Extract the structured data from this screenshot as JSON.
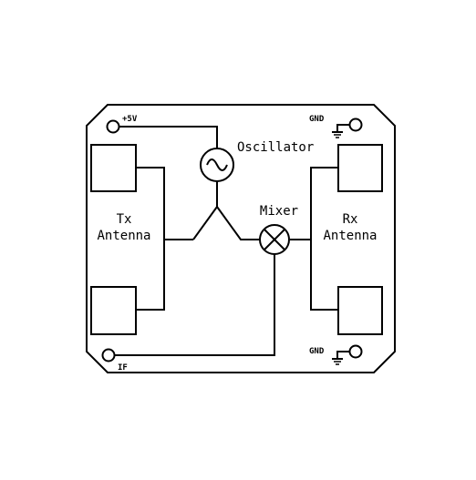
{
  "labels": {
    "vcc": "+5V",
    "oscillator": "Oscillator",
    "mixer": "Mixer",
    "tx_line1": "Tx",
    "tx_line2": "Antenna",
    "rx_line1": "Rx",
    "rx_line2": "Antenna",
    "gnd_top": "GND",
    "gnd_bottom": "GND",
    "if": "IF"
  },
  "colors": {
    "stroke": "#000000",
    "background": "#ffffff"
  }
}
